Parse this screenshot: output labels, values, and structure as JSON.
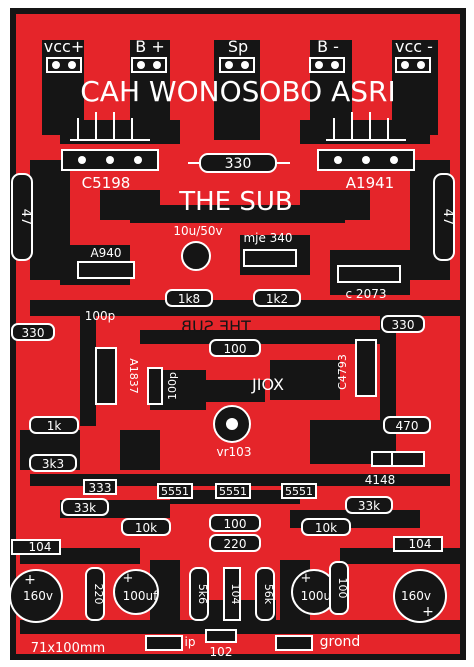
{
  "colors": {
    "board": "#e5252a",
    "trace": "#151515",
    "silk": "#ffffff",
    "pad": "#ffffff",
    "frame": "#ffffff"
  },
  "header": {
    "connectors": [
      "vcc+",
      "B +",
      "Sp",
      "B -",
      "vcc -"
    ],
    "title": "CAH WONOSOBO ASRI",
    "subtitle": "THE SUB",
    "mirrored_subtitle": "THE SUB",
    "brand": "JIOX"
  },
  "components": {
    "c5198": "C5198",
    "a1941": "A1941",
    "r330_top": "330",
    "r47_left": "47",
    "r47_right": "47",
    "cap_10u": "10u/50v",
    "mje340": "mje  340",
    "a940": "A940",
    "r1k8": "1k8",
    "r1k2": "1k2",
    "c2073": "c 2073",
    "c100p_left": "100p",
    "r330_left": "330",
    "r330_right": "330",
    "r100_mid": "100",
    "a1837": "A1837",
    "c100p_mid": "100p",
    "c4793": "C4793",
    "r1k": "1k",
    "vr103": "vr103",
    "r470": "470",
    "r3k3": "3k3",
    "d4148": "4148",
    "c333": "333",
    "q5551_a": "5551",
    "q5551_b": "5551",
    "q5551_c": "5551",
    "r33k_left": "33k",
    "r33k_right": "33k",
    "r10k_left": "10k",
    "r10k_right": "10k",
    "r100_bottom": "100",
    "r220_mid": "220",
    "c104_left": "104",
    "c104_right": "104",
    "cap160_left": "160v",
    "cap160_right": "160v",
    "r220_vert": "220",
    "cap100uf_left": "100uf",
    "cap100uf_right": "100uf",
    "r5k6": "5k6",
    "c104_vert": "104",
    "r56k": "56k",
    "r100_vert": "100",
    "size": "71x100mm",
    "ip": "ip",
    "c102": "102",
    "grond": "grond"
  }
}
